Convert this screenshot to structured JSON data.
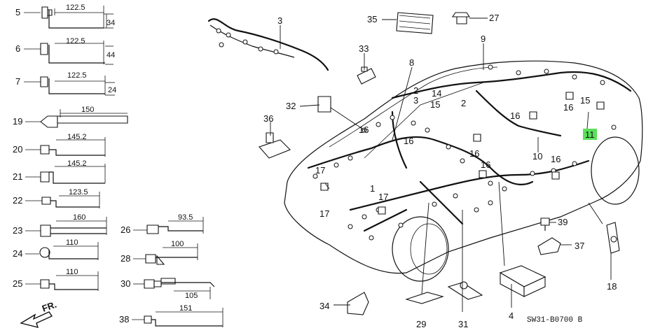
{
  "clips": [
    {
      "num": "5",
      "dim": "122.5",
      "side": "34"
    },
    {
      "num": "6",
      "dim": "122.5",
      "side": "44"
    },
    {
      "num": "7",
      "dim": "122.5",
      "side": "24"
    },
    {
      "num": "19",
      "dim": "150"
    },
    {
      "num": "20",
      "dim": "145.2"
    },
    {
      "num": "21",
      "dim": "145.2"
    },
    {
      "num": "22",
      "dim": "123.5"
    },
    {
      "num": "23",
      "dim": "160"
    },
    {
      "num": "24",
      "dim": "110"
    },
    {
      "num": "25",
      "dim": "110"
    },
    {
      "num": "26",
      "dim": "93.5"
    },
    {
      "num": "28",
      "dim": "100"
    },
    {
      "num": "30",
      "dim": "105"
    },
    {
      "num": "38",
      "dim": "151"
    }
  ],
  "callouts": {
    "c1": "1",
    "c2a": "2",
    "c2b": "2",
    "c3a": "3",
    "c3b": "3",
    "c4": "4",
    "c8": "8",
    "c9": "9",
    "c10": "10",
    "c11": "11",
    "c14": "14",
    "c15a": "15",
    "c15b": "15",
    "c16a": "16",
    "c16b": "16",
    "c16c": "16",
    "c16d": "16",
    "c16e": "16",
    "c16f": "16",
    "c16g": "16",
    "c17a": "17",
    "c17b": "17",
    "c17c": "17",
    "c18": "18",
    "c27": "27",
    "c29": "29",
    "c31": "31",
    "c32": "32",
    "c33": "33",
    "c34": "34",
    "c35": "35",
    "c36": "36",
    "c37": "37",
    "c39": "39"
  },
  "fr_label": "FR.",
  "part_code": "SW31-B0700 B",
  "highlight_color": "#5ae05a"
}
